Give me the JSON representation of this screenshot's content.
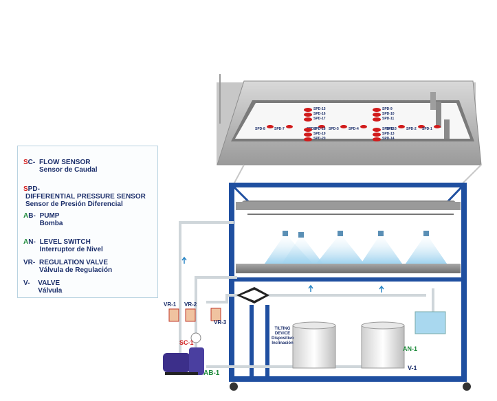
{
  "legend": [
    {
      "code_a": "S",
      "code_b": "C-",
      "code_b_color": "blue",
      "en": "FLOW SENSOR",
      "es": "Sensor de Caudal"
    },
    {
      "code_a": "S",
      "code_b": "PD-",
      "code_b_color": "blue",
      "en": "DIFFERENTIAL PRESSURE SENSOR",
      "es": "Sensor de Presión Diferencial"
    },
    {
      "code_a": "A",
      "code_b": "B-",
      "code_b_color": "blue",
      "en": "PUMP",
      "es": "Bomba",
      "a_color": "green"
    },
    {
      "code_a": "A",
      "code_b": "N-",
      "code_b_color": "blue",
      "en": "LEVEL SWITCH",
      "es": "Interruptor de Nivel",
      "a_color": "green"
    },
    {
      "code_a": "",
      "code_b": "VR-",
      "code_b_color": "blue",
      "en": "REGULATION VALVE",
      "es": "Válvula de Regulación"
    },
    {
      "code_a": "",
      "code_b": "V-",
      "code_b_color": "blue",
      "en": "VALVE",
      "es": "Válvula"
    }
  ],
  "sensors_left": [
    "SPD-8",
    "SPD-7",
    "SPD-6",
    "SPD-5",
    "SPD-4"
  ],
  "sensors_right": [
    "SPD-3",
    "SPD-2",
    "SPD-1"
  ],
  "sensors_col_a": [
    "SPD-15",
    "SPD-16",
    "SPD-17",
    "SPD-18",
    "SPD-19",
    "SPD-20"
  ],
  "sensors_col_b": [
    "SPD-9",
    "SPD-10",
    "SPD-11",
    "SPD-12",
    "SPD-13",
    "SPD-14"
  ],
  "labels": {
    "vr1": "VR-1",
    "vr2": "VR-2",
    "vr3": "VR-3",
    "sc1": "SC-1",
    "ab1": "AB-1",
    "an1": "AN-1",
    "v1": "V-1",
    "tilt_en1": "TILTING",
    "tilt_en2": "DEVICE",
    "tilt_es1": "Dispositivo",
    "tilt_es2": "Inclinación"
  },
  "colors": {
    "frame": "#1f4fa0",
    "red": "#d11b1b",
    "green": "#1d8a3a",
    "navy": "#1c2f6b",
    "water": "#a9d8ef"
  }
}
